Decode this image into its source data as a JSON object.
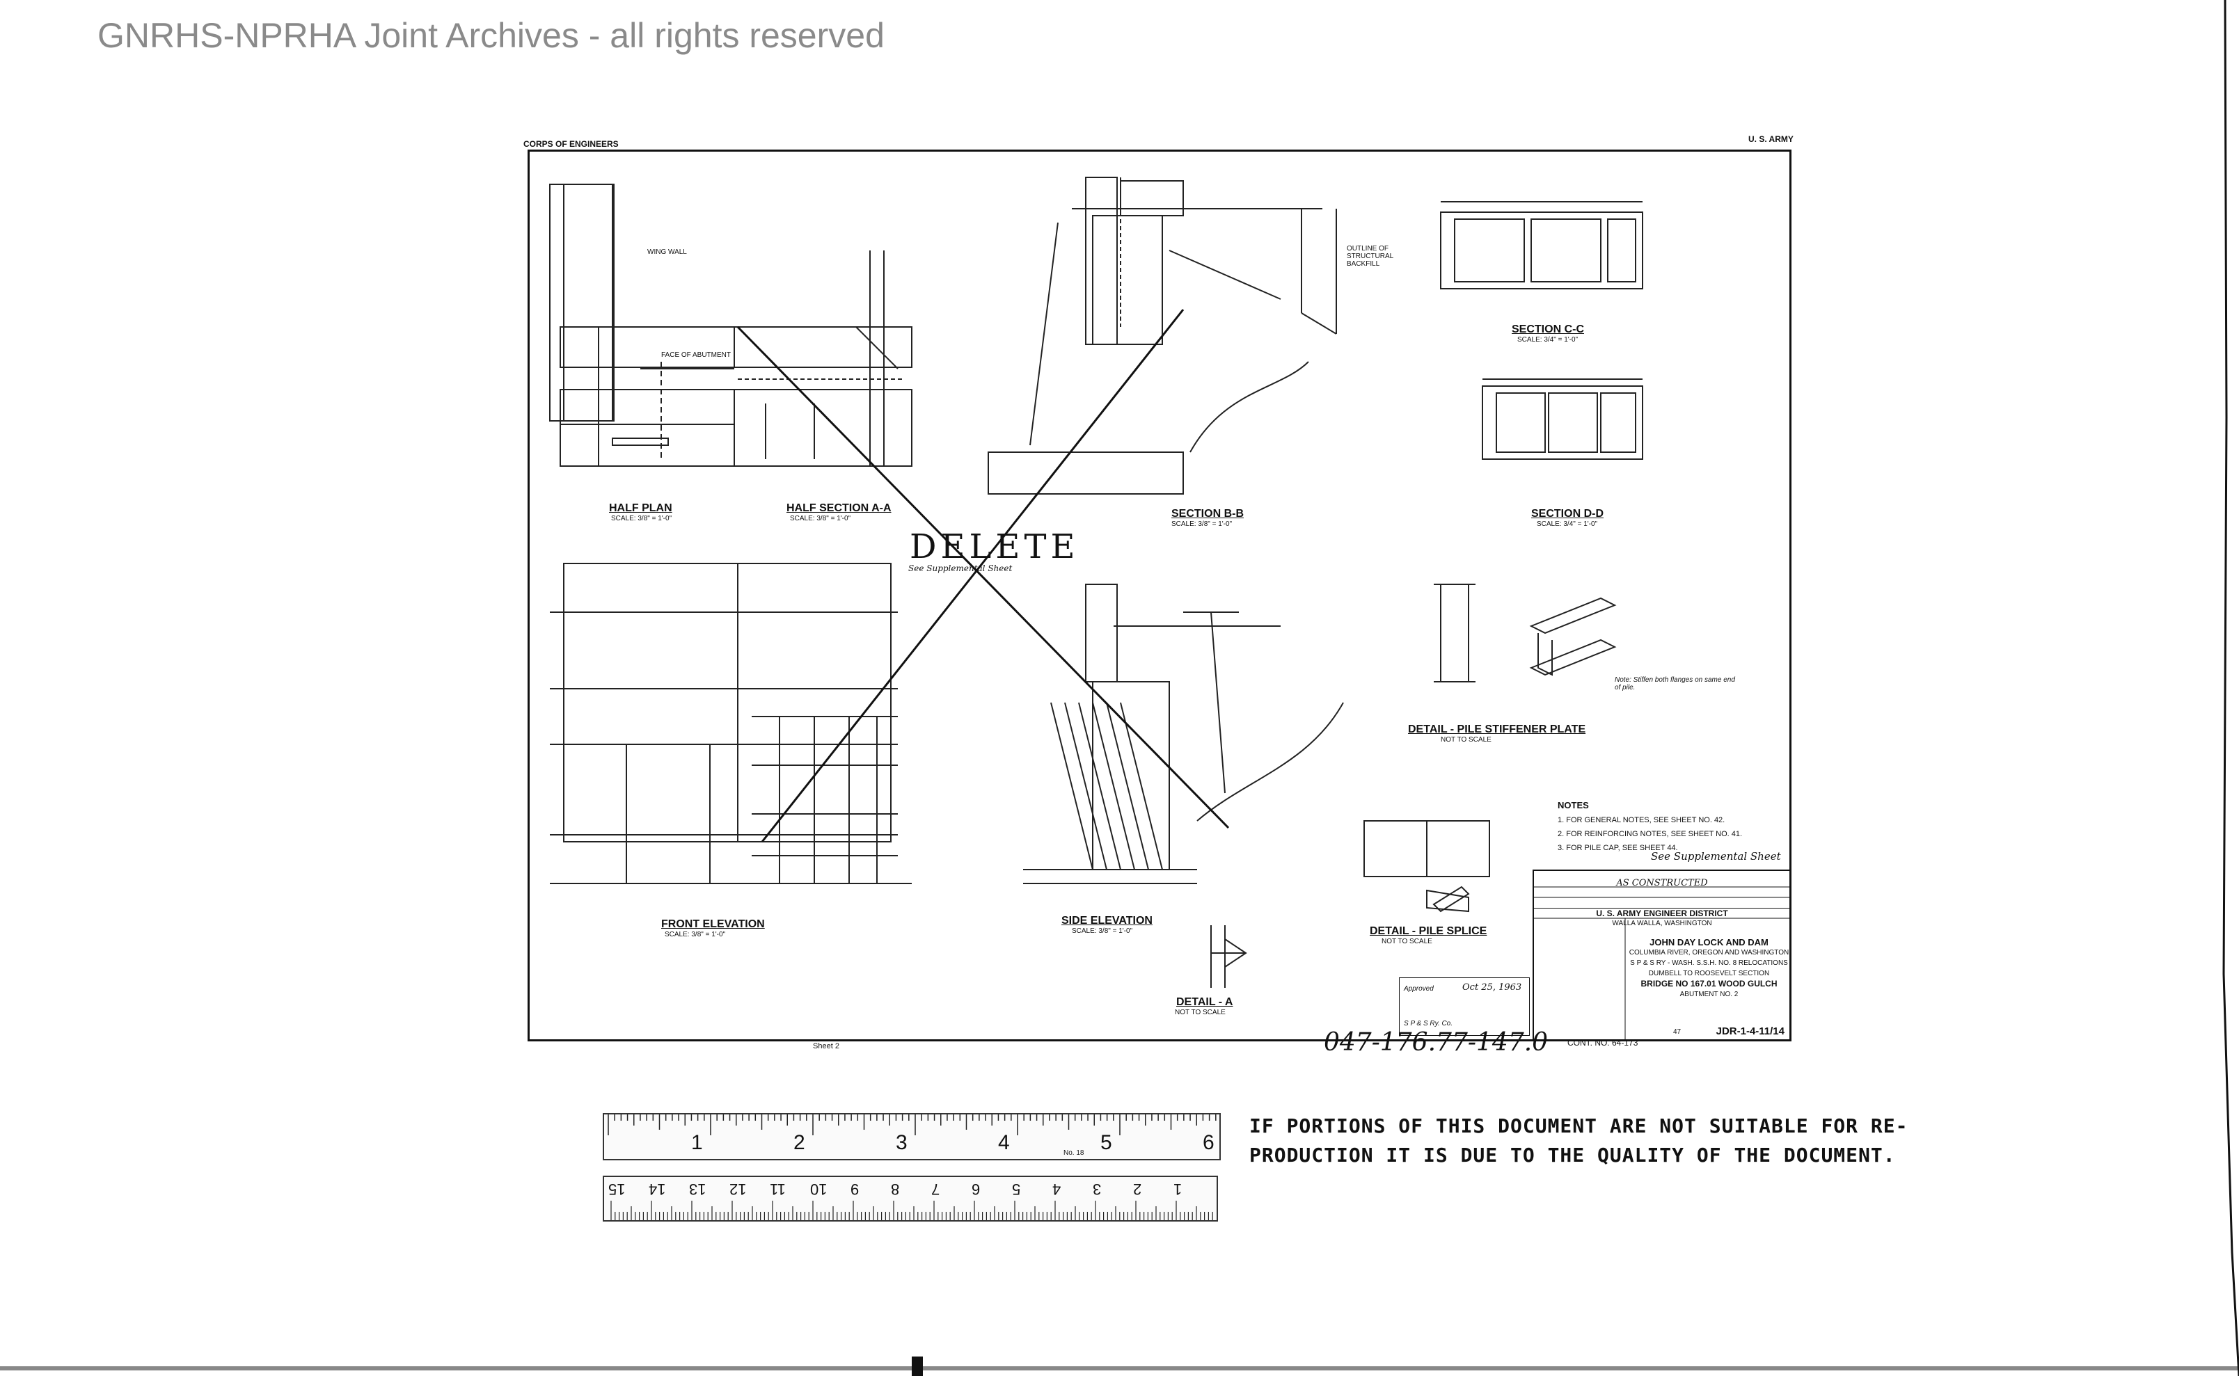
{
  "watermark": "GNRHS-NPRHA Joint Archives - all rights reserved",
  "header": {
    "left": "CORPS OF ENGINEERS",
    "right": "U. S. ARMY"
  },
  "views": {
    "half_plan": {
      "title": "HALF PLAN",
      "scale": "SCALE: 3/8\" = 1'-0\""
    },
    "half_section": {
      "title": "HALF SECTION A-A",
      "scale": "SCALE: 3/8\" = 1'-0\""
    },
    "section_bb": {
      "title": "SECTION B-B",
      "scale": "SCALE: 3/8\" = 1'-0\""
    },
    "section_cc": {
      "title": "SECTION C-C",
      "scale": "SCALE: 3/4\" = 1'-0\""
    },
    "section_dd": {
      "title": "SECTION D-D",
      "scale": "SCALE: 3/4\" = 1'-0\""
    },
    "front_elevation": {
      "title": "FRONT ELEVATION",
      "scale": "SCALE: 3/8\" = 1'-0\""
    },
    "side_elevation": {
      "title": "SIDE ELEVATION",
      "scale": "SCALE: 3/8\" = 1'-0\""
    },
    "detail_stiffener": {
      "title": "DETAIL - PILE STIFFENER PLATE",
      "scale": "NOT TO SCALE"
    },
    "detail_splice": {
      "title": "DETAIL - PILE SPLICE",
      "scale": "NOT TO SCALE"
    },
    "detail_a": {
      "title": "DETAIL - A",
      "scale": "NOT TO SCALE"
    }
  },
  "annotations": {
    "delete": "DELETE",
    "see_supplemental_1": "See Supplemental Sheet",
    "see_supplemental_2": "See Supplemental Sheet",
    "wing_wall": "WING WALL",
    "face_of_abutment": "FACE OF ABUTMENT",
    "outline_backfill": "OUTLINE OF STRUCTURAL BACKFILL",
    "stiffen_note": "Note: Stiffen both flanges on same end of pile."
  },
  "notes": {
    "title": "NOTES",
    "items": [
      "1. FOR GENERAL NOTES, SEE SHEET NO. 42.",
      "2. FOR REINFORCING NOTES, SEE SHEET NO. 41.",
      "3. FOR PILE CAP, SEE SHEET 44."
    ]
  },
  "title_block": {
    "revision": "AS CONSTRUCTED",
    "district": "U. S. ARMY ENGINEER DISTRICT",
    "location": "WALLA WALLA, WASHINGTON",
    "project": "JOHN DAY LOCK AND DAM",
    "river": "COLUMBIA RIVER, OREGON AND WASHINGTON",
    "relocations": "S P & S RY - WASH. S.S.H. NO. 8 RELOCATIONS",
    "section": "DUMBELL TO ROOSEVELT SECTION",
    "bridge": "BRIDGE NO 167.01 WOOD GULCH",
    "abutment": "ABUTMENT NO. 2",
    "sheet_no": "47",
    "drawing_no": "JDR-1-4-11/14"
  },
  "approval": {
    "label": "Approved",
    "date": "Oct 25, 1963",
    "org": "S P & S Ry. Co."
  },
  "bottom": {
    "number": "047-176.77-147.0",
    "contract": "CONT. NO. 64-173",
    "sheet_label": "Sheet",
    "sheet_value": "2"
  },
  "ruler": {
    "top_numbers": [
      "1",
      "2",
      "3",
      "4",
      "5",
      "6"
    ],
    "bottom_numbers": [
      "15",
      "14",
      "13",
      "12",
      "11",
      "10",
      "9",
      "8",
      "7",
      "6",
      "5",
      "4",
      "3",
      "2",
      "1"
    ],
    "mark": "No. 18"
  },
  "notice": {
    "line1": "IF PORTIONS OF THIS DOCUMENT ARE NOT SUITABLE FOR RE-",
    "line2": "PRODUCTION IT IS DUE TO THE QUALITY OF THE DOCUMENT."
  }
}
